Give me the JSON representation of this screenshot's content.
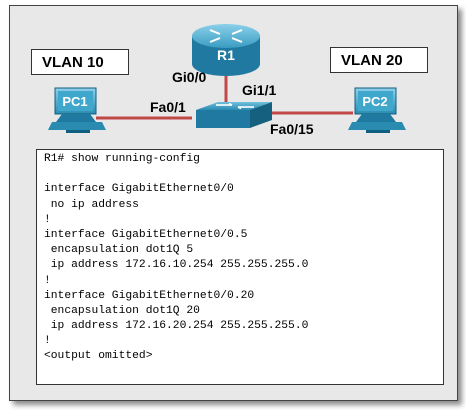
{
  "diagram": {
    "vlan_left": "VLAN 10",
    "vlan_right": "VLAN 20",
    "router_label": "R1",
    "pc_left_label": "PC1",
    "pc_right_label": "PC2",
    "if_gi00": "Gi0/0",
    "if_gi11": "Gi1/1",
    "if_fa01": "Fa0/1",
    "if_fa015": "Fa0/15",
    "colors": {
      "device_blue": "#2a8bb0",
      "device_dark": "#0f5f80",
      "link_red": "#c24848",
      "frame_bg": "#e8e8e8"
    }
  },
  "config": {
    "lines": [
      "R1# show running-config",
      "",
      "interface GigabitEthernet0/0",
      " no ip address",
      "!",
      "interface GigabitEthernet0/0.5",
      " encapsulation dot1Q 5",
      " ip address 172.16.10.254 255.255.255.0",
      "!",
      "interface GigabitEthernet0/0.20",
      " encapsulation dot1Q 20",
      " ip address 172.16.20.254 255.255.255.0",
      "!",
      "<output omitted>"
    ]
  }
}
